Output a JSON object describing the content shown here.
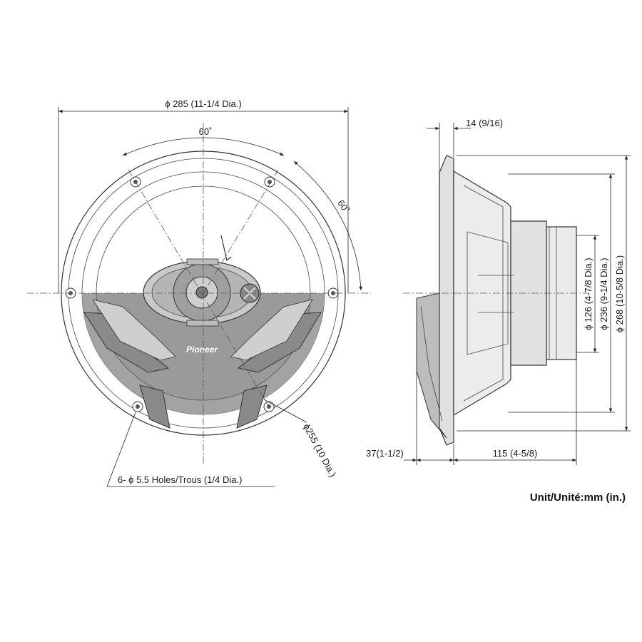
{
  "front_view": {
    "outer_diameter_label": "ϕ 285 (11-1/4 Dia.)",
    "hole_angle_top_label": "60˚",
    "hole_angle_side_label": "60˚",
    "cutout_diameter_label": "ϕ255 (10 Dia.)",
    "mounting_holes_label": "6- ϕ 5.5 Holes/Trous (1/4 Dia.)",
    "brand_logo": "Pioneer"
  },
  "side_view": {
    "flange_thickness_label": "14 (9/16)",
    "magnet_diameter_label": "ϕ 126 (4-7/8 Dia.)",
    "frame_diameter_label": "ϕ 236 (9-1/4 Dia.)",
    "flange_diameter_label": "ϕ 268 (10-5/8 Dia.)",
    "front_protrusion_label": "37(1-1/2)",
    "mounting_depth_label": "115 (4-5/8)"
  },
  "unit_label": "Unit/Unité:mm (in.)",
  "colors": {
    "line": "#333333",
    "body_fill": "#e4e4e4",
    "shade_fill": "#a3a3a3",
    "dark_fill": "#7d7d7d"
  }
}
